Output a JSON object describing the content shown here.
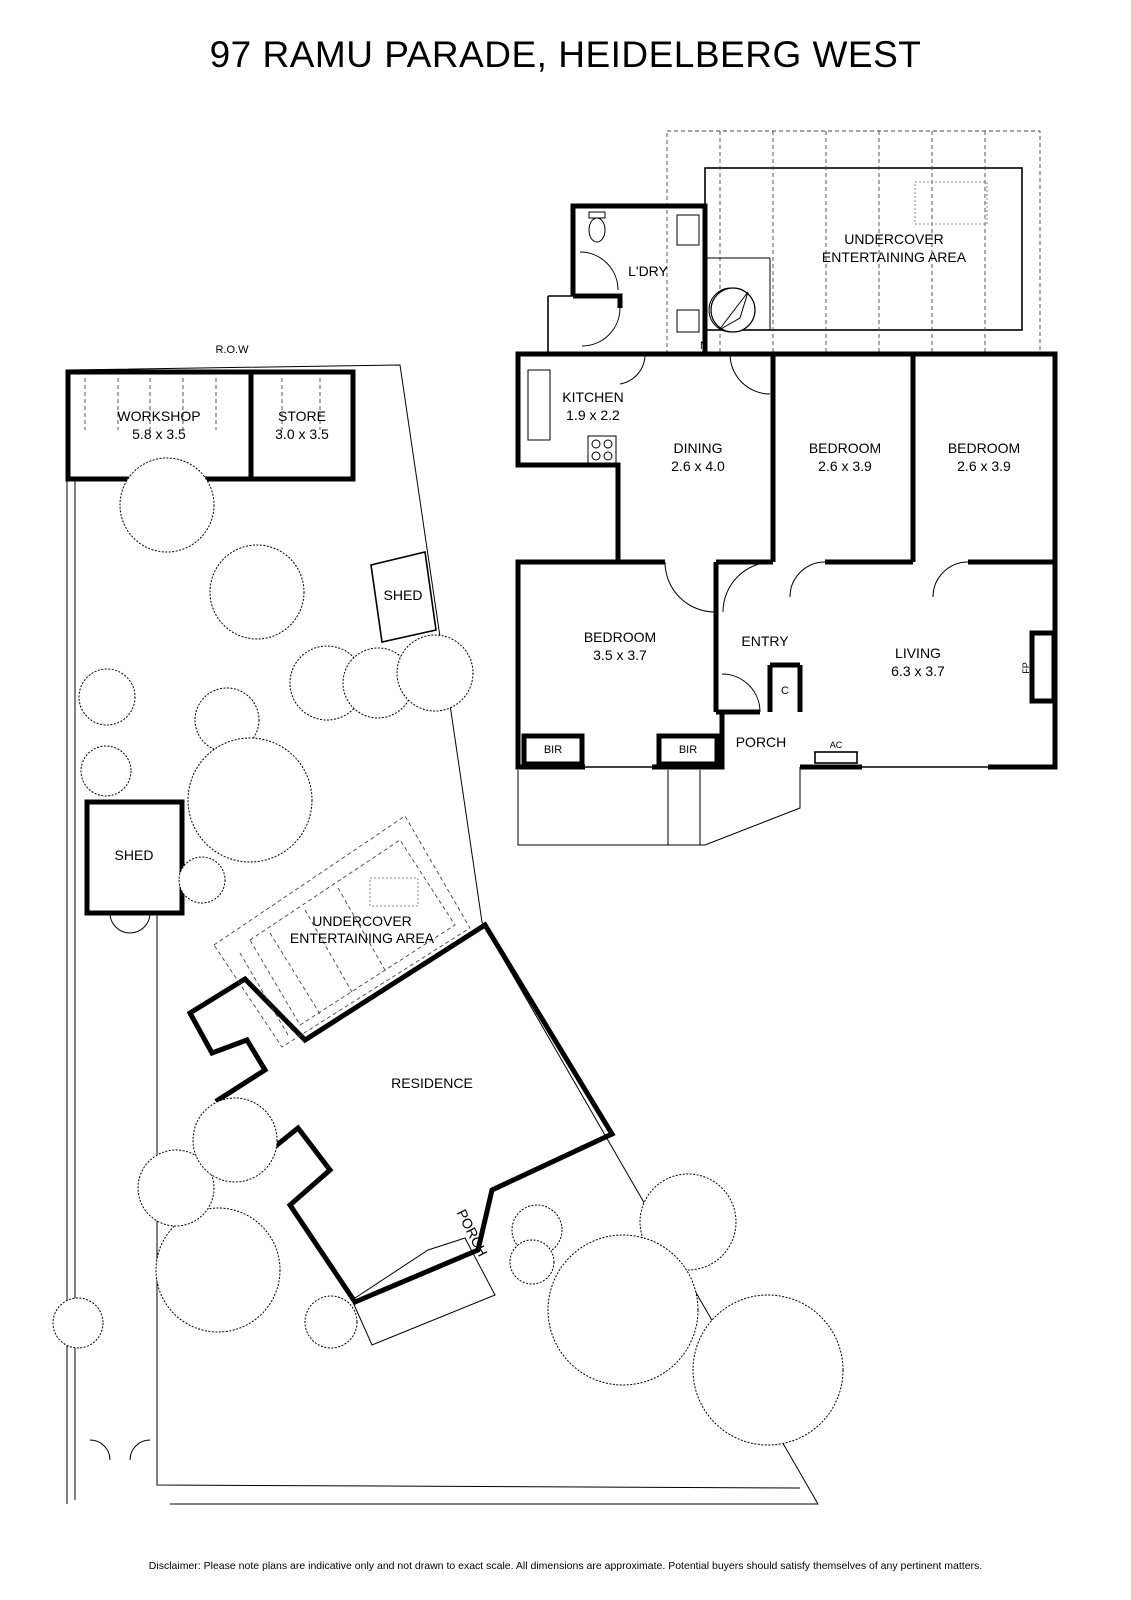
{
  "header": {
    "title": "97 RAMU PARADE, HEIDELBERG WEST"
  },
  "site": {
    "row_label": "R.O.W",
    "workshop": {
      "name": "WORKSHOP",
      "dims": "5.8 x 3.5"
    },
    "store": {
      "name": "STORE",
      "dims": "3.0 x 3.5"
    },
    "shed_1": "SHED",
    "shed_2": "SHED",
    "residence": "RESIDENCE",
    "porch": "PORCH",
    "entertaining": {
      "line1": "UNDERCOVER",
      "line2": "ENTERTAINING AREA"
    }
  },
  "house": {
    "laundry": "L'DRY",
    "kitchen": {
      "name": "KITCHEN",
      "dims": "1.9 x 2.2"
    },
    "dining": {
      "name": "DINING",
      "dims": "2.6 x 4.0"
    },
    "bedroom_2": {
      "name": "BEDROOM",
      "dims": "2.6 x 3.9"
    },
    "bedroom_3": {
      "name": "BEDROOM",
      "dims": "2.6 x 3.9"
    },
    "bedroom_1": {
      "name": "BEDROOM",
      "dims": "3.5 x 3.7"
    },
    "entry": "ENTRY",
    "living": {
      "name": "LIVING",
      "dims": "6.3 x 3.7"
    },
    "porch": "PORCH",
    "bir_1": "BIR",
    "bir_2": "BIR",
    "cupboard": "C",
    "ac": "AC",
    "fireplace": "FP",
    "entertaining": {
      "line1": "UNDERCOVER",
      "line2": "ENTERTAINING AREA"
    }
  },
  "compass": {
    "label": "N"
  },
  "footer": {
    "disclaimer": "Disclaimer: Please note plans are indicative only and not drawn to exact scale. All dimensions are approximate. Potential buyers should satisfy themselves of any pertinent matters."
  }
}
